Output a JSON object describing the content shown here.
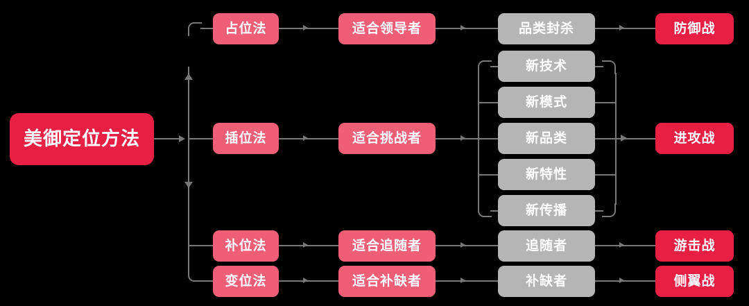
{
  "diagram": {
    "title": "美御定位方法",
    "colors": {
      "root_red": "#E81F45",
      "pink": "#EF5E77",
      "gray": "#B5B5B5",
      "result_red": "#E81F45",
      "line": "#787878",
      "background": "#000000",
      "text": "#FFFFFF"
    },
    "root": {
      "label": "美御定位方法"
    },
    "methods": [
      {
        "label": "占位法"
      },
      {
        "label": "插位法"
      },
      {
        "label": "补位法"
      },
      {
        "label": "变位法"
      }
    ],
    "suitability": [
      {
        "label": "适合领导者"
      },
      {
        "label": "适合挑战者"
      },
      {
        "label": "适合追随者"
      },
      {
        "label": "适合补缺者"
      }
    ],
    "tactics_leader": [
      {
        "label": "品类封杀"
      }
    ],
    "tactics_challenger": [
      {
        "label": "新技术"
      },
      {
        "label": "新模式"
      },
      {
        "label": "新品类"
      },
      {
        "label": "新特性"
      },
      {
        "label": "新传播"
      }
    ],
    "tactics_follower": [
      {
        "label": "追随者"
      },
      {
        "label": "补缺者"
      }
    ],
    "outcomes": [
      {
        "label": "防御战"
      },
      {
        "label": "进攻战"
      },
      {
        "label": "游击战"
      },
      {
        "label": "侧翼战"
      }
    ]
  }
}
